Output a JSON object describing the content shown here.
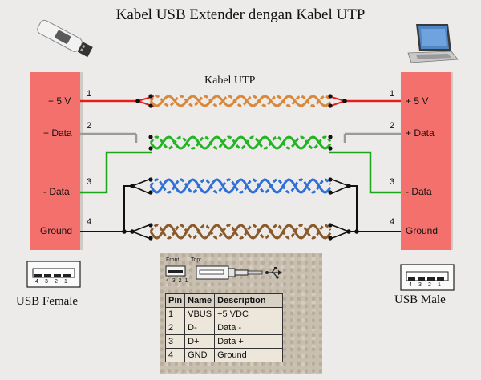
{
  "title": "Kabel USB Extender dengan Kabel UTP",
  "cable_label": "Kabel UTP",
  "left_connector": {
    "caption": "USB Female",
    "pins": [
      {
        "label": "+ 5 V",
        "num": "1"
      },
      {
        "label": "+ Data",
        "num": "2"
      },
      {
        "label": "- Data",
        "num": "3"
      },
      {
        "label": "Ground",
        "num": "4"
      }
    ],
    "port_pins": [
      "4",
      "3",
      "2",
      "1"
    ]
  },
  "right_connector": {
    "caption": "USB Male",
    "pins": [
      {
        "label": "+ 5 V",
        "num": "1"
      },
      {
        "label": "+ Data",
        "num": "2"
      },
      {
        "label": "- Data",
        "num": "3"
      },
      {
        "label": "Ground",
        "num": "4"
      }
    ],
    "port_pins": [
      "4",
      "3",
      "2",
      "1"
    ]
  },
  "pinout": {
    "front_label": "Front:",
    "top_label": "Top:",
    "front_pins": "4 3 2 1",
    "headers": [
      "Pin",
      "Name",
      "Description"
    ],
    "rows": [
      [
        "1",
        "VBUS",
        "+5 VDC"
      ],
      [
        "2",
        "D-",
        "Data -"
      ],
      [
        "3",
        "D+",
        "Data +"
      ],
      [
        "4",
        "GND",
        "Ground"
      ]
    ]
  },
  "colors": {
    "connector": "#f4706c",
    "red_wire": "#e41e1e",
    "grey_wire": "#9a9a9a",
    "green_wire": "#1aa51a",
    "black_wire": "#111111",
    "orange_pair": "#d9883a",
    "green_pair": "#22b522",
    "blue_pair": "#2f6fd8",
    "brown_pair": "#8a5a2b"
  },
  "icons": [
    "usb-flash-drive-icon",
    "laptop-icon",
    "usb-port-icon",
    "usb-plug-icon"
  ]
}
